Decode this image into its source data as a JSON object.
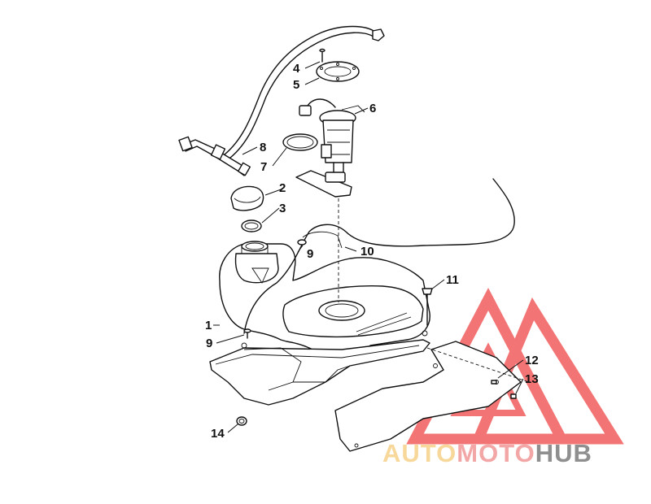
{
  "callouts": {
    "c1": "1",
    "c2": "2",
    "c3": "3",
    "c4": "4",
    "c5": "5",
    "c6": "6",
    "c7": "7",
    "c8": "8",
    "c9a": "9",
    "c9b": "9",
    "c10": "10",
    "c11": "11",
    "c12": "12",
    "c13": "13",
    "c14": "14"
  },
  "watermark": {
    "part1": "AUTO",
    "part2": "MOTO",
    "part3": "HUB",
    "colors": {
      "auto": "#f7d89a",
      "moto": "#f3a6a6",
      "hub": "#8f8f8f",
      "triangle": "#f25c5c"
    }
  }
}
